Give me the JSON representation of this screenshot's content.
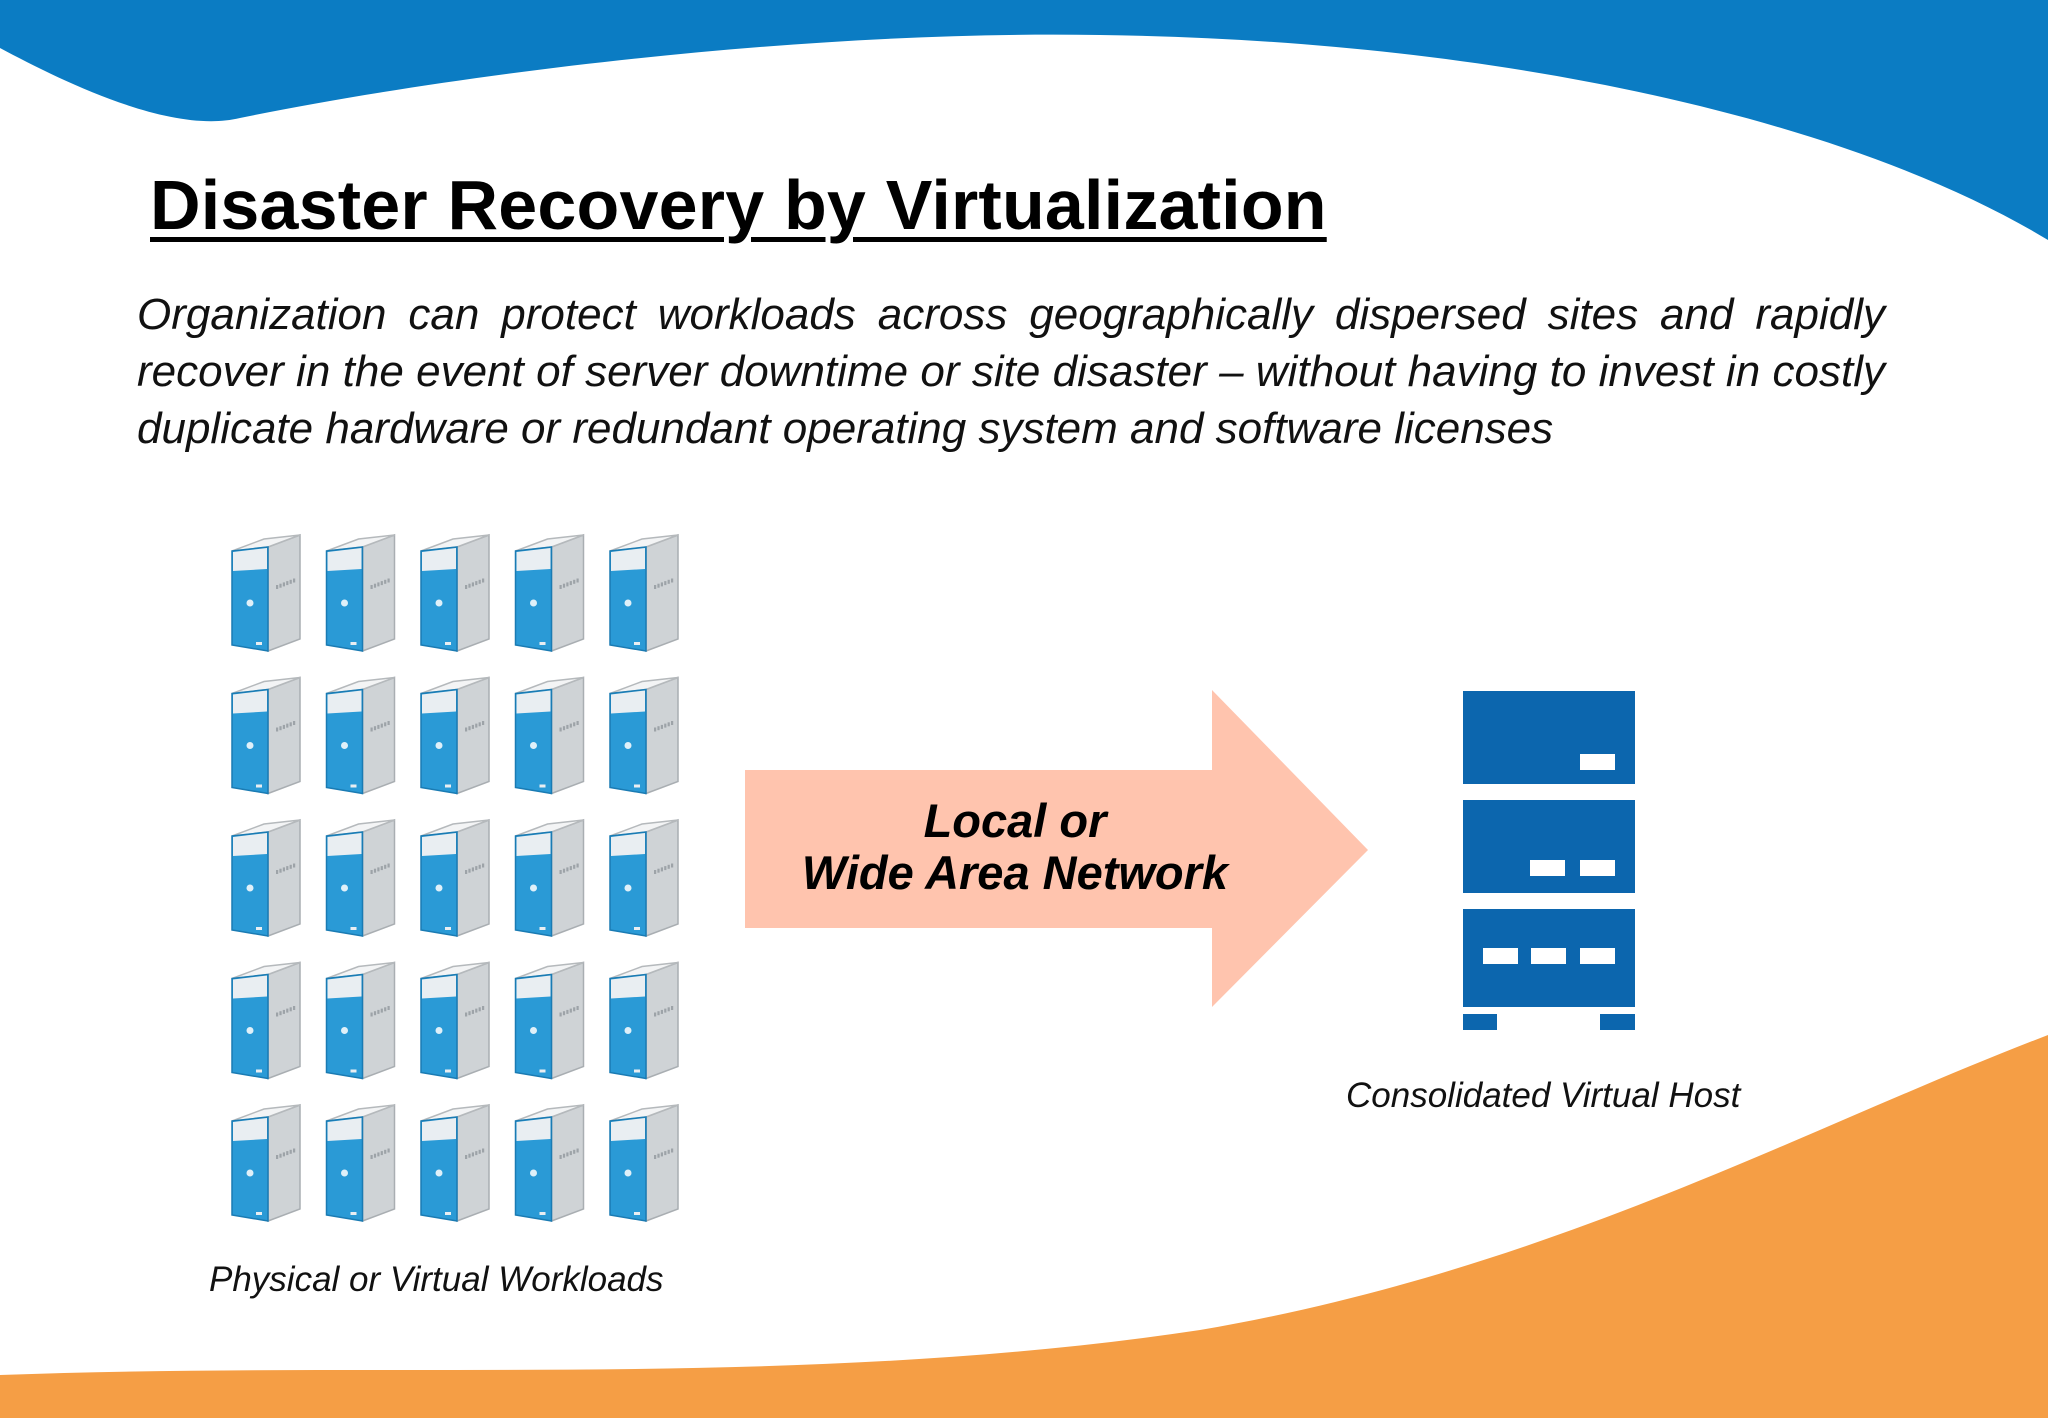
{
  "title": "Disaster Recovery by Virtualization",
  "description": "Organization can protect workloads across geographically dispersed sites and rapidly recover in the event of server downtime or site disaster – without having to invest in costly duplicate hardware or redundant operating system and software licenses",
  "diagram": {
    "source": {
      "caption": "Physical or Virtual Workloads",
      "icon": "tower-server-icon",
      "rows": 5,
      "columns": 5
    },
    "link": {
      "line1": "Local or",
      "line2": "Wide Area Network",
      "icon": "right-arrow-icon"
    },
    "target": {
      "caption": "Consolidated Virtual Host",
      "icon": "server-rack-icon"
    }
  },
  "colors": {
    "top_band": "#0b7cc3",
    "bottom_band": "#f59e45",
    "arrow": "#ffc4ae",
    "host": "#0c66ae",
    "server_blue": "#2a9ad6"
  }
}
